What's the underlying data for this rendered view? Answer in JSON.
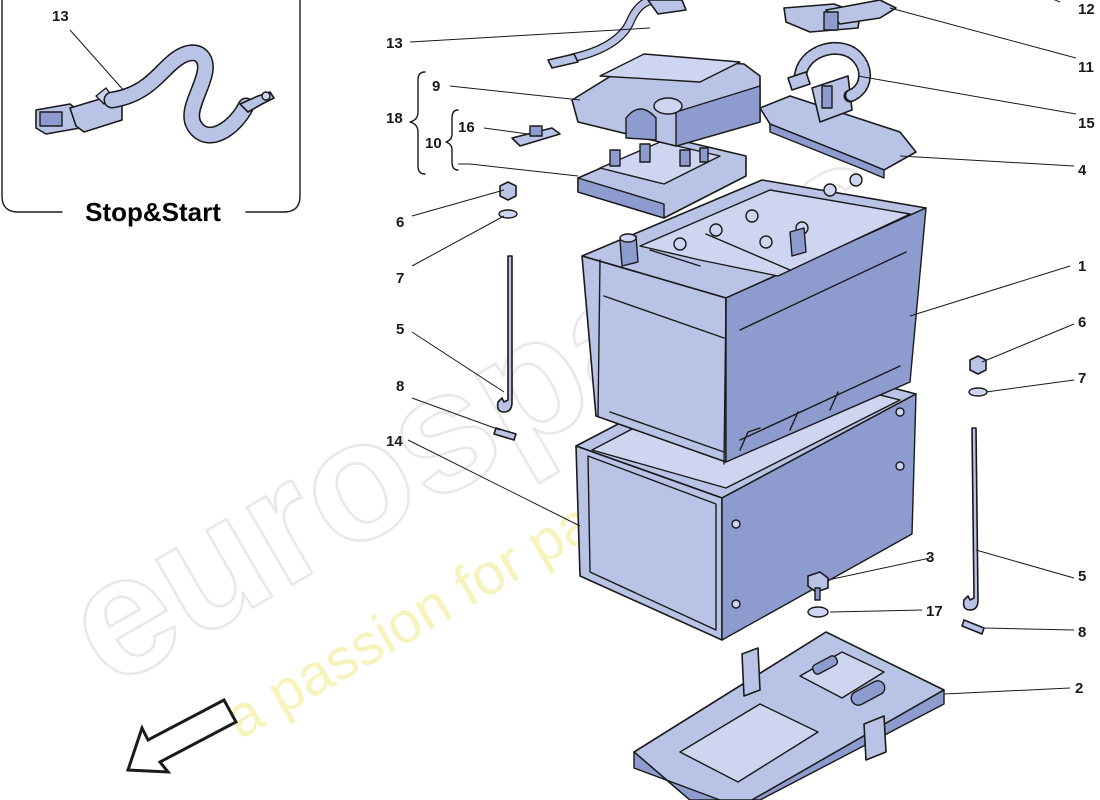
{
  "inset": {
    "title": "Stop&Start",
    "callout": "13"
  },
  "watermark": {
    "brand": "eurospares",
    "tagline": "a passion for parts since 1985"
  },
  "callouts": {
    "c1": "1",
    "c2": "2",
    "c3": "3",
    "c4": "4",
    "c5a": "5",
    "c5b": "5",
    "c6a": "6",
    "c6b": "6",
    "c7a": "7",
    "c7b": "7",
    "c8a": "8",
    "c8b": "8",
    "c9": "9",
    "c10": "10",
    "c11": "11",
    "c12": "12",
    "c13": "13",
    "c14": "14",
    "c15": "15",
    "c16": "16",
    "c17": "17",
    "c18": "18"
  }
}
